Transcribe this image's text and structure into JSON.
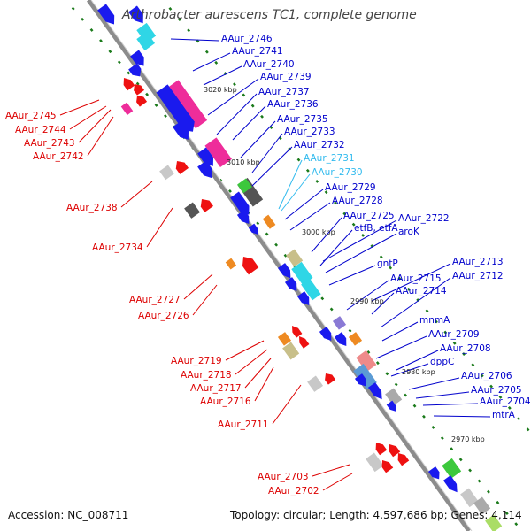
{
  "title": "Arthrobacter aurescens TC1, complete genome",
  "footer": {
    "accession": "Accession: NC_008711",
    "topology": "Topology: circular; Length: 4,597,686 bp; Genes: 4,114"
  },
  "colors": {
    "forward_label": "#0000cc",
    "reverse_label": "#dd0000",
    "highlight_label": "#33bbee",
    "backbone": "#8c8c8c",
    "tick": "#1a7a1a"
  },
  "kbp_marks": [
    "3020 kbp",
    "3010 kbp",
    "3000 kbp",
    "2990 kbp",
    "2980 kbp",
    "2970 kbp"
  ],
  "forward_labels": [
    "AAur_2746",
    "AAur_2741",
    "AAur_2740",
    "AAur_2739",
    "AAur_2737",
    "AAur_2736",
    "AAur_2735",
    "AAur_2733",
    "AAur_2732",
    "AAur_2731",
    "AAur_2730",
    "AAur_2729",
    "AAur_2728",
    "AAur_2725",
    "AAur_2722",
    "etfB, etfA",
    "aroK",
    "gntP",
    "AAur_2715",
    "AAur_2713",
    "AAur_2714",
    "AAur_2712",
    "mnmA",
    "AAur_2709",
    "AAur_2708",
    "dppC",
    "AAur_2706",
    "AAur_2705",
    "AAur_2704",
    "mtrA"
  ],
  "reverse_labels": [
    "AAur_2745",
    "AAur_2744",
    "AAur_2743",
    "AAur_2742",
    "AAur_2738",
    "AAur_2734",
    "AAur_2727",
    "AAur_2726",
    "AAur_2719",
    "AAur_2718",
    "AAur_2717",
    "AAur_2716",
    "AAur_2711",
    "AAur_2703",
    "AAur_2702"
  ]
}
